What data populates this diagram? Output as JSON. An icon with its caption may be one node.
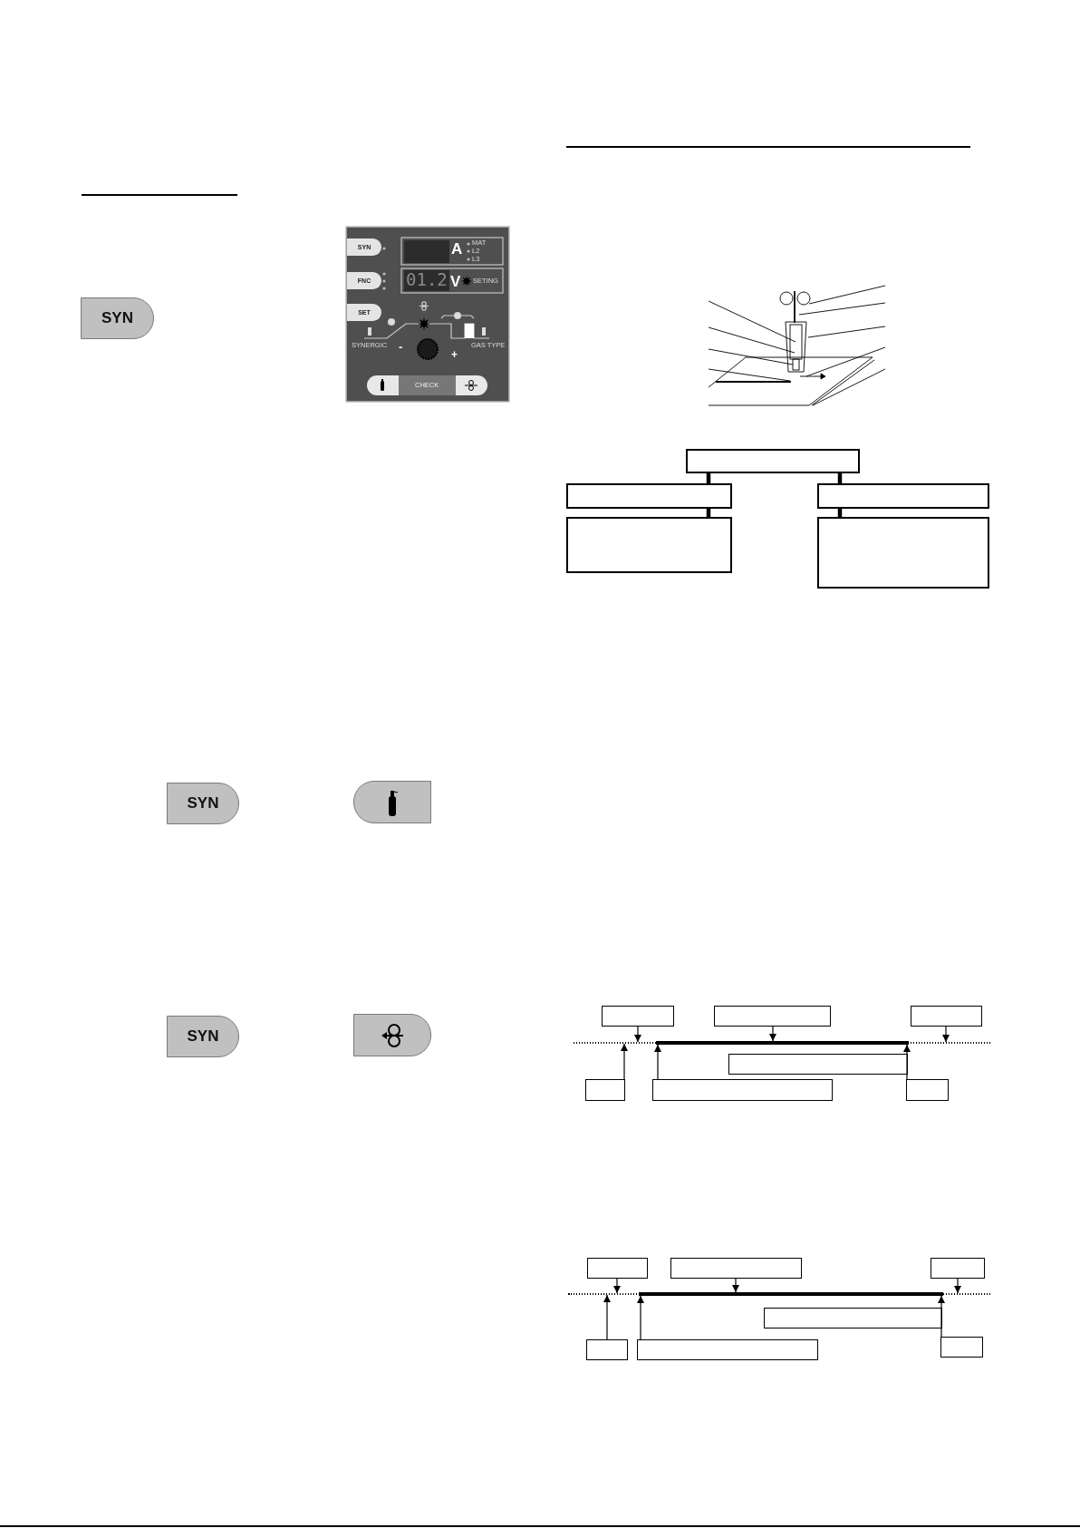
{
  "diagram": {
    "nodes": [
      {
        "text": [
          "SYN"
        ]
      },
      {
        "text": [
          "SYN"
        ]
      },
      {
        "text": [],
        "shape": "button"
      },
      {
        "text": [
          "SYN"
        ]
      },
      {
        "text": [],
        "shape": "button"
      },
      {
        "text": [],
        "shape": "box"
      },
      {
        "text": [],
        "shape": "box"
      },
      {
        "text": [],
        "shape": "box"
      },
      {
        "text": [],
        "shape": "box"
      },
      {
        "text": [],
        "shape": "box"
      },
      {
        "text": [],
        "shape": "box"
      },
      {
        "text": [],
        "shape": "box"
      },
      {
        "text": [],
        "shape": "box"
      },
      {
        "text": [],
        "shape": "line"
      },
      {
        "text": [],
        "shape": "bar"
      },
      {
        "text": [],
        "shape": "box"
      },
      {
        "text": [],
        "shape": "box"
      },
      {
        "text": [],
        "shape": "box"
      },
      {
        "text": [],
        "shape": "box"
      },
      {
        "text": [],
        "shape": "box"
      },
      {
        "text": [],
        "shape": "box"
      },
      {
        "text": [],
        "shape": "box"
      },
      {
        "text": [],
        "shape": "line"
      },
      {
        "text": [],
        "shape": "bar"
      },
      {
        "text": [],
        "shape": "box"
      },
      {
        "text": [],
        "shape": "box"
      },
      {
        "text": [],
        "shape": "box"
      },
      {
        "text": [],
        "shape": "box"
      }
    ],
    "edges": [
      {
        "from": 5,
        "to": 6,
        "arrow": "none",
        "style": "thick"
      },
      {
        "from": 5,
        "to": 7,
        "arrow": "none",
        "style": "thick"
      },
      {
        "from": 6,
        "to": 8,
        "arrow": "none",
        "style": "thick"
      },
      {
        "from": 7,
        "to": 9,
        "arrow": "none",
        "style": "thick"
      },
      {
        "from": 10,
        "to": 13,
        "arrow": "to"
      },
      {
        "from": 11,
        "to": 14,
        "arrow": "to"
      },
      {
        "from": 12,
        "to": 13,
        "arrow": "to"
      },
      {
        "from": 16,
        "to": 13,
        "arrow": "to"
      },
      {
        "from": 17,
        "to": 14,
        "arrow": "to"
      },
      {
        "from": 18,
        "to": 14,
        "arrow": "to"
      },
      {
        "from": 19,
        "to": 22,
        "arrow": "to"
      },
      {
        "from": 20,
        "to": 23,
        "arrow": "to"
      },
      {
        "from": 21,
        "to": 22,
        "arrow": "to"
      },
      {
        "from": 25,
        "to": 22,
        "arrow": "to"
      },
      {
        "from": 26,
        "to": 23,
        "arrow": "to"
      },
      {
        "from": 27,
        "to": 23,
        "arrow": "to"
      }
    ],
    "labels": [
      "SYN",
      "A",
      "MAT",
      "L2",
      "L3",
      "FNC",
      "01.2",
      "V",
      "SETING",
      "SET",
      "SYNERGIC",
      "GAS TYPE",
      "-",
      "+",
      "CHECK"
    ]
  }
}
